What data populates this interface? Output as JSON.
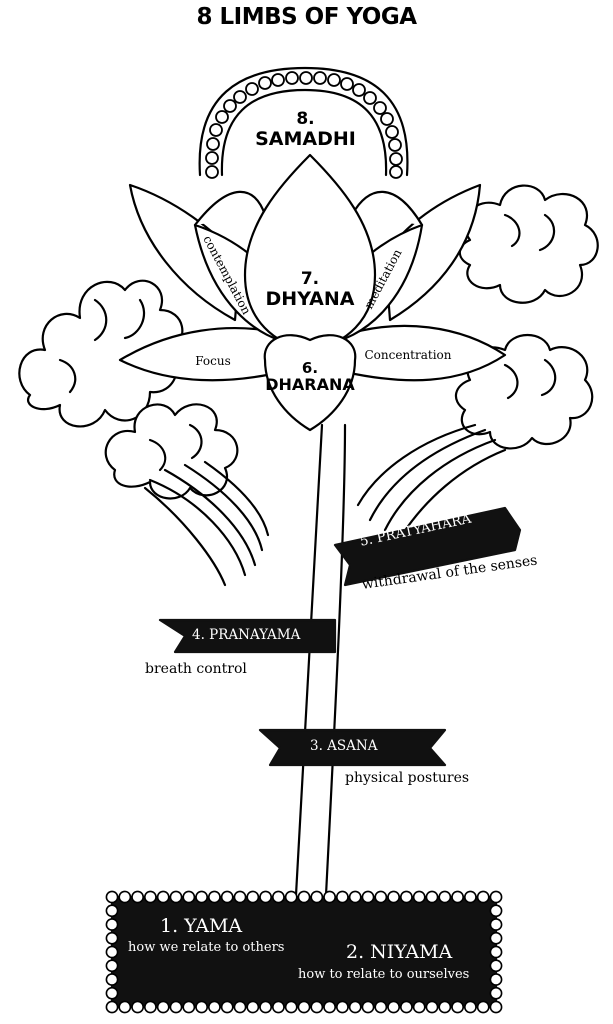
{
  "title": "8 LIMBS OF YOGA",
  "limbs": {
    "samadhi": {
      "num": "8.",
      "name": "SAMADHI"
    },
    "dhyana": {
      "num": "7.",
      "name": "DHYANA"
    },
    "dharana": {
      "num": "6.",
      "name": "DHARANA"
    },
    "pratyahara": {
      "name": "5. PRATYAHARA",
      "desc": "withdrawal of the senses"
    },
    "pranayama": {
      "name": "4. PRANAYAMA",
      "desc": "breath control"
    },
    "asana": {
      "name": "3. ASANA",
      "desc": "physical postures"
    },
    "yama": {
      "name": "1. YAMA",
      "desc": "how we relate to others"
    },
    "niyama": {
      "name": "2. NIYAMA",
      "desc": "how to relate to ourselves"
    }
  },
  "petal_labels": {
    "contemplation": "contemplation",
    "meditation": "meditation",
    "focus": "Focus",
    "concentration": "Concentration"
  },
  "colors": {
    "ink": "#000000",
    "paper": "#ffffff",
    "banner": "#111111"
  }
}
